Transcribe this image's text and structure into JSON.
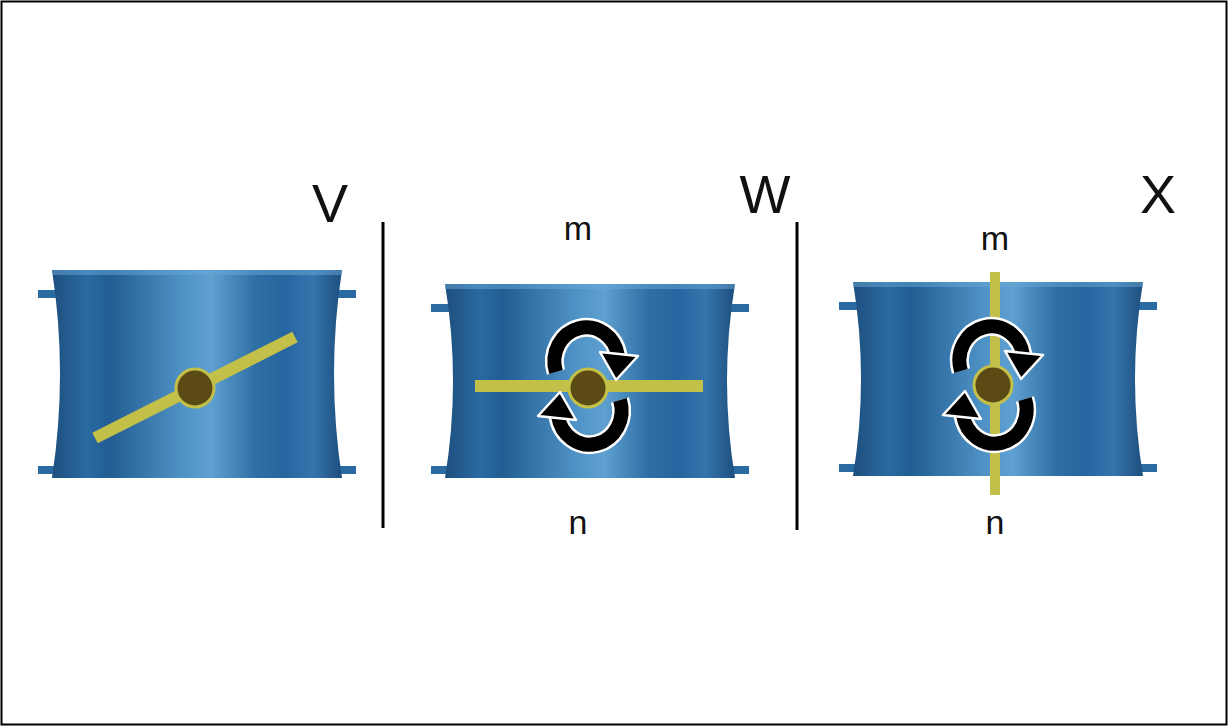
{
  "diagram": {
    "labels": [
      "V",
      "W",
      "X",
      "m",
      "n",
      "m",
      "n"
    ]
  }
}
